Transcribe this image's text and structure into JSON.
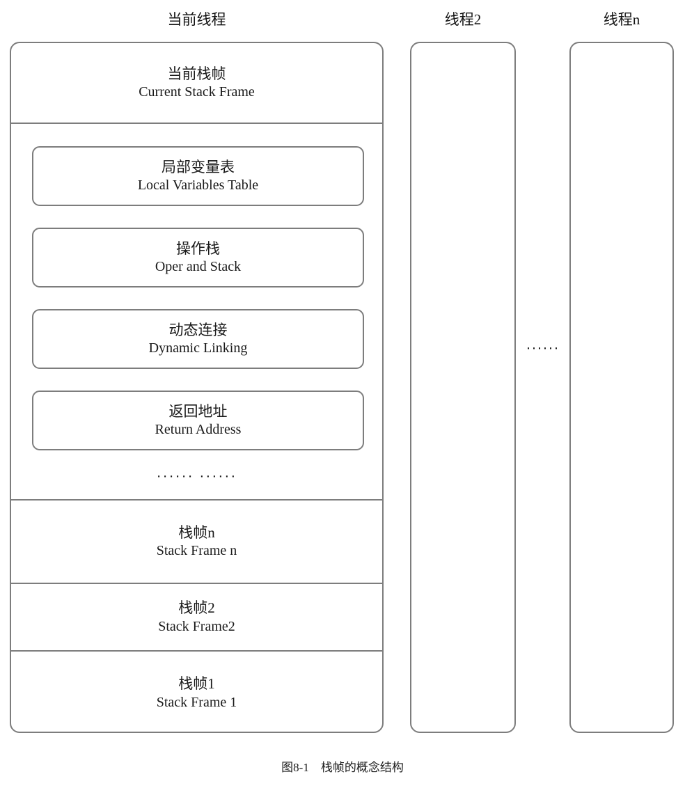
{
  "figure": {
    "caption": "图8-1　栈帧的概念结构"
  },
  "columns": {
    "current": {
      "header": "当前线程"
    },
    "thread2": {
      "header": "线程2"
    },
    "threadn": {
      "header": "线程n"
    }
  },
  "ellipsis": {
    "between_threads": "······",
    "inside_frame": "······ ······"
  },
  "current_thread": {
    "current_frame": {
      "cn": "当前栈帧",
      "en": "Current Stack Frame"
    },
    "components": [
      {
        "cn": "局部变量表",
        "en": "Local Variables Table"
      },
      {
        "cn": "操作栈",
        "en": "Oper and Stack"
      },
      {
        "cn": "动态连接",
        "en": "Dynamic Linking"
      },
      {
        "cn": "返回地址",
        "en": "Return Address"
      }
    ],
    "other_frames": [
      {
        "cn": "栈帧n",
        "en": "Stack Frame n"
      },
      {
        "cn": "栈帧2",
        "en": "Stack Frame2"
      },
      {
        "cn": "栈帧1",
        "en": "Stack Frame 1"
      }
    ]
  }
}
